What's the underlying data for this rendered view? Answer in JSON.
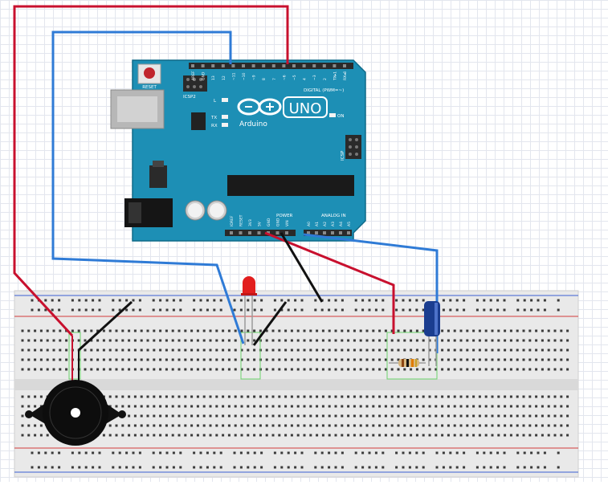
{
  "board": {
    "reset_label": "RESET",
    "icsp2_label": "ICSP2",
    "icsp_label": "ICSP",
    "led_l_label": "L",
    "tx_label": "TX",
    "rx_label": "RX",
    "on_label": "ON",
    "brand_label": "Arduino",
    "model_label": "UNO",
    "digital_label": "DIGITAL (PWM=~)",
    "power_label": "POWER",
    "analog_label": "ANALOG IN",
    "digital_pin_labels": [
      "AREF",
      "GND",
      "13",
      "12",
      "~11",
      "~10",
      "~9",
      "8",
      "7",
      "~6",
      "~5",
      "4",
      "~3",
      "2",
      "TX▸1",
      "RX◂0"
    ],
    "power_pin_labels": [
      "IOREF",
      "RESET",
      "3V3",
      "5V",
      "GND",
      "GND",
      "VIN"
    ],
    "analog_pin_labels": [
      "A0",
      "A1",
      "A2",
      "A3",
      "A4",
      "A5"
    ]
  },
  "colors": {
    "board": "#1d8fb5",
    "board_dark": "#0f6a88",
    "wire_red": "#c8102e",
    "wire_blue": "#2f7bd6",
    "wire_black": "#111111",
    "breadboard": "#e8e8e8",
    "rail_red": "#d23c3c",
    "rail_blue": "#3c5fd2",
    "led": "#e21e1e",
    "capacitor": "#1a3d8f"
  },
  "components": [
    "arduino-uno",
    "breadboard",
    "piezo-buzzer",
    "red-led",
    "resistor",
    "electrolytic-capacitor"
  ]
}
